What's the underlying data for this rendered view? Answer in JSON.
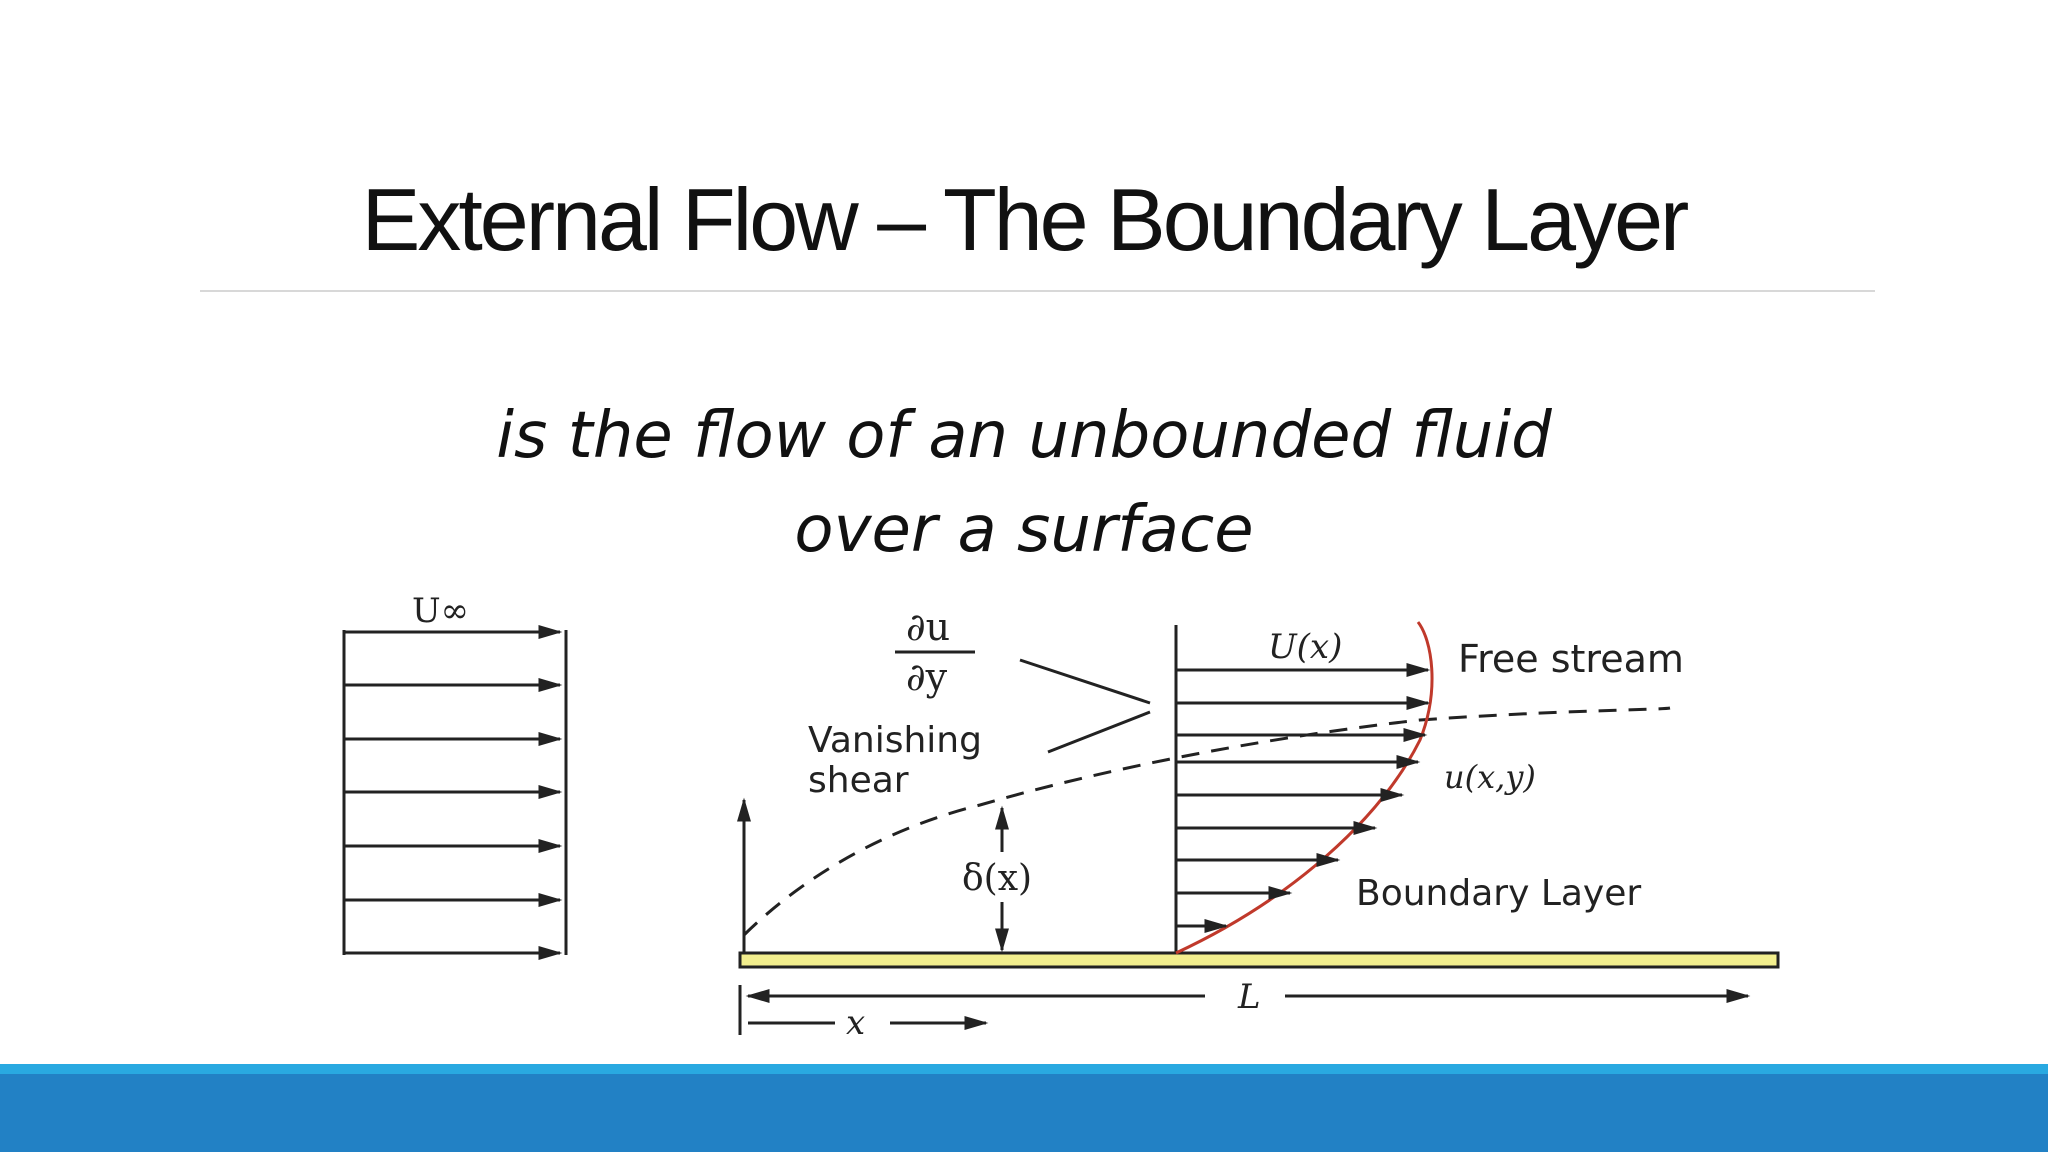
{
  "slide": {
    "title": "External Flow – The Boundary Layer",
    "subtitle_line1": "is the flow of an unbounded fluid",
    "subtitle_line2": "over a surface"
  },
  "diagram": {
    "labels": {
      "u_infinity": "U∞",
      "du": "∂u",
      "dy": "∂y",
      "vanishing": "Vanishing",
      "shear": "shear",
      "U_x": "U(x)",
      "free_stream": "Free stream",
      "u_xy": "u(x,y)",
      "delta_x": "δ(x)",
      "boundary_layer": "Boundary Layer",
      "L": "L",
      "x": "x"
    },
    "colors": {
      "plate": "#f3ef8e",
      "velocity_profile": "#c0392b",
      "ink": "#222222"
    }
  },
  "theme": {
    "footer_thin": "#29a9e1",
    "footer_bar": "#2281c5"
  }
}
